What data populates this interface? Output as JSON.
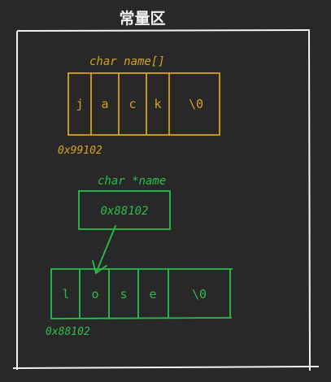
{
  "region_title": "常量区",
  "colors": {
    "background": "#282828",
    "frame": "#f2f2f2",
    "array_color": "#d7a21e",
    "pointer_color": "#2bbd4a"
  },
  "char_array": {
    "label": "char name[]",
    "cells": [
      "j",
      "a",
      "c",
      "k",
      "\\0"
    ],
    "address": "0x99102"
  },
  "pointer": {
    "label": "char *name",
    "value": "0x88102"
  },
  "pointed_string": {
    "cells": [
      "l",
      "o",
      "s",
      "e",
      "\\0"
    ],
    "address": "0x88102"
  }
}
